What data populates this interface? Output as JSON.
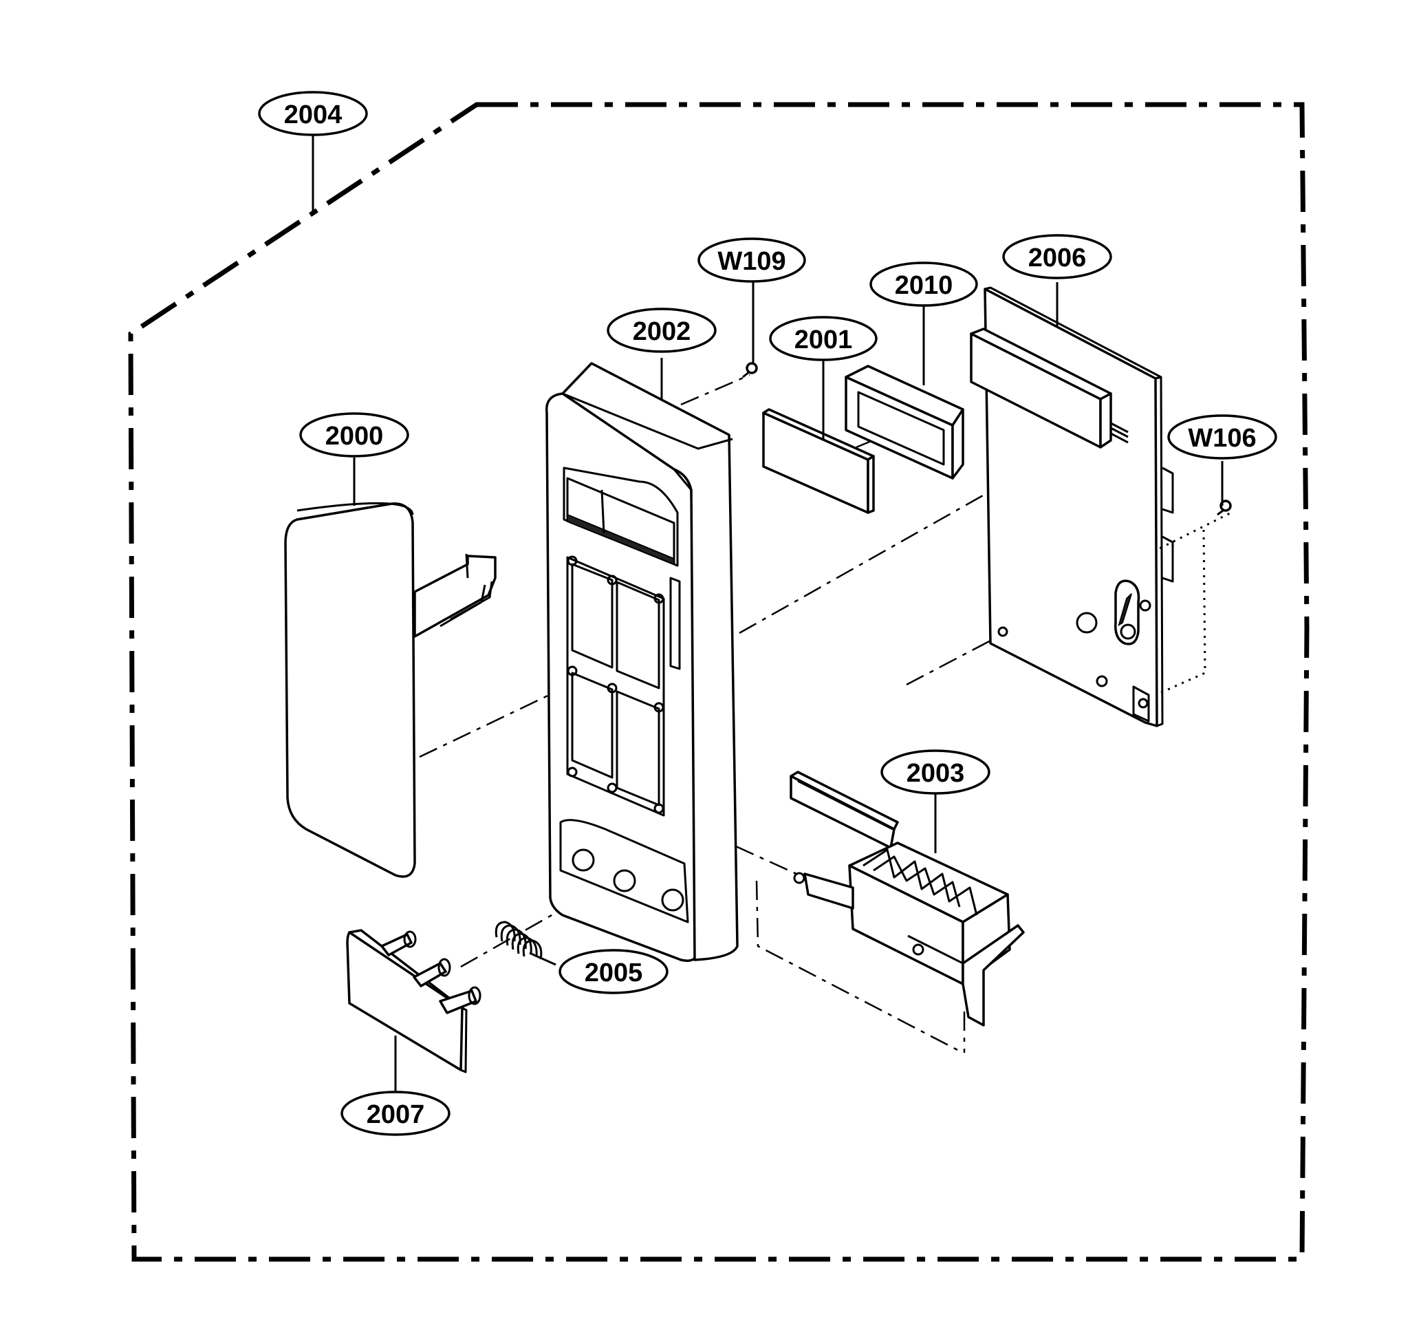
{
  "callouts": {
    "c2004": "2004",
    "cW109": "W109",
    "c2010": "2010",
    "c2006": "2006",
    "c2002": "2002",
    "c2001": "2001",
    "c2000": "2000",
    "cW106": "W106",
    "c2003": "2003",
    "c2005": "2005",
    "c2007": "2007"
  }
}
